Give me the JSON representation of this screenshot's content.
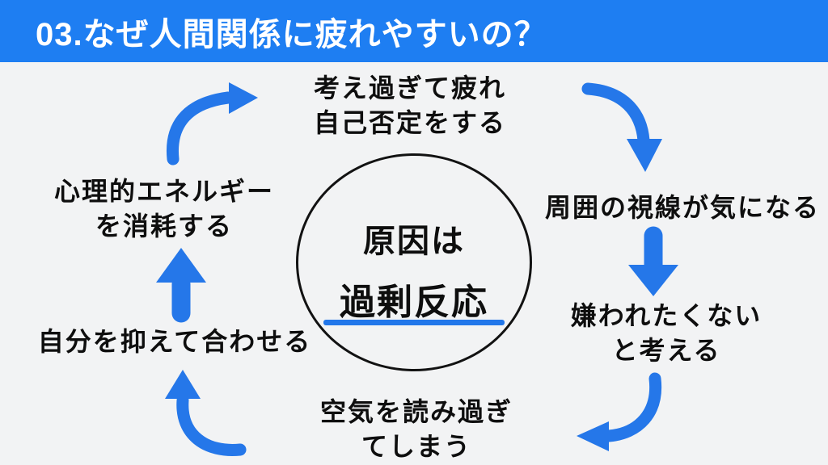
{
  "header": {
    "title": "03.なぜ人間関係に疲れやすいの？"
  },
  "center": {
    "line1": "原因は",
    "line2": "過剰反応"
  },
  "cycle": {
    "top": {
      "line1": "考え過ぎて疲れ",
      "line2": "自己否定をする"
    },
    "right_top": {
      "line1": "周囲の視線が気になる"
    },
    "right_bottom": {
      "line1": "嫌われたくない",
      "line2": "と考える"
    },
    "bottom": {
      "line1": "空気を読み過ぎ",
      "line2": "てしまう"
    },
    "left_bottom": {
      "line1": "自分を抑えて合わせる"
    },
    "left_top": {
      "line1": "心理的エネルギー",
      "line2": "を消耗する"
    }
  },
  "icons": {
    "arrows": [
      "arrow-top-left-icon",
      "arrow-top-right-icon",
      "arrow-right-down-icon",
      "arrow-bottom-right-icon",
      "arrow-bottom-left-icon",
      "arrow-left-up-icon"
    ]
  },
  "colors": {
    "header_bg": "#1e7ef2",
    "header_text": "#ffffff",
    "background": "#f2f3f4",
    "arrow_blue": "#2577e9",
    "underline_blue": "#2277ea",
    "circle_border": "#121212",
    "body_text": "#0e0e0e"
  }
}
